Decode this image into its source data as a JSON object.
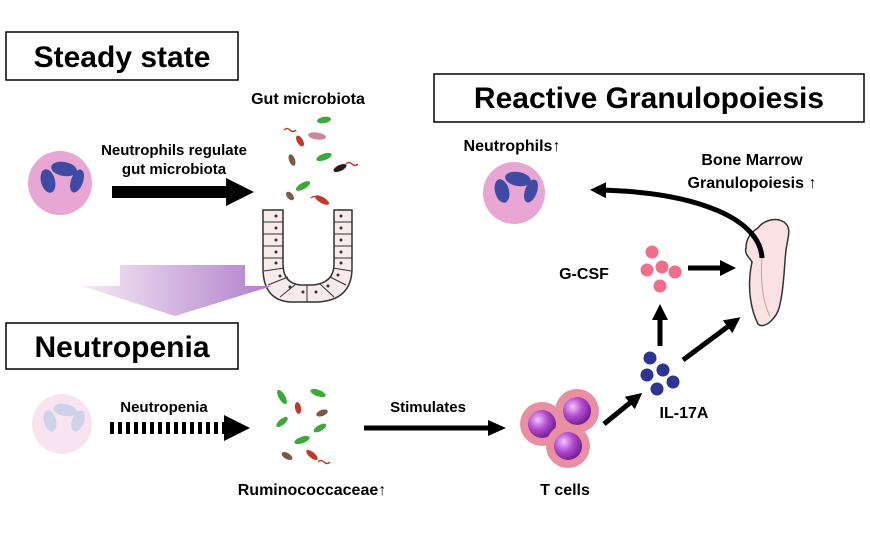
{
  "sections": {
    "steady_state": "Steady state",
    "neutropenia": "Neutropenia",
    "reactive": "Reactive Granulopoiesis"
  },
  "labels": {
    "gut_microbiota": "Gut microbiota",
    "neutrophils_regulate_1": "Neutrophils regulate",
    "neutrophils_regulate_2": "gut microbiota",
    "neutropenia_arrow": "Neutropenia",
    "stimulates": "Stimulates",
    "ruminococcaceae": "Ruminococcaceae↑",
    "t_cells": "T cells",
    "il17a": "IL-17A",
    "gcsf": "G-CSF",
    "neutrophils_up": "Neutrophils↑",
    "bone_marrow_1": "Bone Marrow",
    "bone_marrow_2": "Granulopoiesis ↑"
  },
  "colors": {
    "neutrophil_body": "#e7a6d3",
    "neutrophil_nucleus": "#3f4aa5",
    "faded_body": "#f7e4f0",
    "faded_nucleus": "#d3d5ee",
    "t_cell_outer": "#e98fa3",
    "t_cell_inner": "#a233c4",
    "il17a": "#2c3590",
    "gcsf": "#ef6f8a",
    "bone": "#fae1e3",
    "epithelium": "#f7eaea",
    "gradient_arrow": "#b07fcb"
  }
}
